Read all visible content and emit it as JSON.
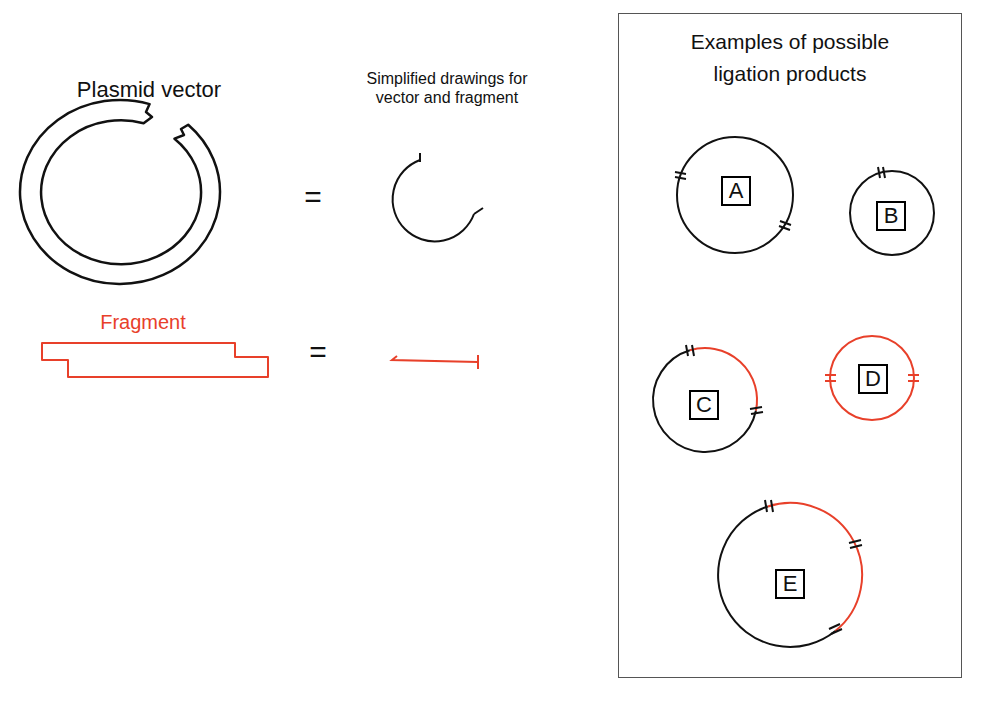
{
  "diagram": {
    "nodes": [
      {
        "text": [
          "Examples of possible ligation products"
        ]
      },
      {
        "text": [
          "A"
        ],
        "in": 0
      },
      {
        "text": [
          "B"
        ],
        "in": 0
      },
      {
        "text": [
          "C"
        ],
        "in": 0
      },
      {
        "text": [
          "D"
        ],
        "in": 0
      },
      {
        "text": [
          "E"
        ],
        "in": 0
      }
    ],
    "labels": [
      "Plasmid vector",
      "Simplified drawings for vector and fragment",
      "Fragment",
      "=",
      "="
    ]
  }
}
